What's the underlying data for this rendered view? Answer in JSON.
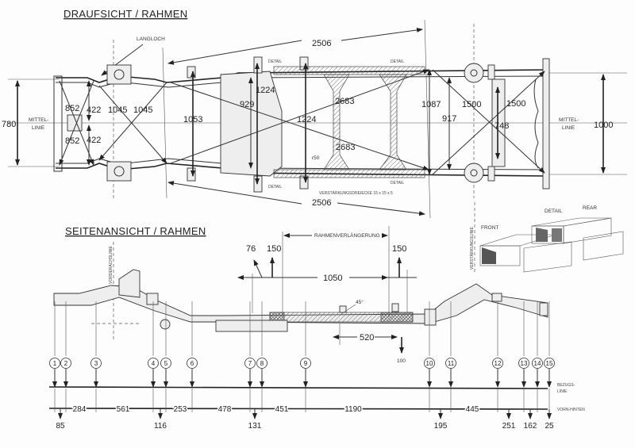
{
  "top_view": {
    "title": "DRAUFSICHT / RAHMEN",
    "langloch": "LANGLOCH",
    "centerline_left": [
      "MITTEL-",
      "LINIE"
    ],
    "centerline_right": [
      "MITTEL-",
      "LINIE"
    ],
    "detail_labels": [
      "DETAIL",
      "DETAIL",
      "DETAIL",
      "DETAIL"
    ],
    "reinforcement_note": "VERSTÄRKUNGSDREIECKE  15 x 15 x 5",
    "radius_note": "r50",
    "dimensions": {
      "width_front": "780",
      "width_rear": "1000",
      "diag_front_1": "852",
      "diag_front_2": "852",
      "half_1": "422",
      "half_2": "422",
      "diag_1045_a": "1045",
      "diag_1045_b": "1045",
      "width_1053": "1053",
      "width_929": "929",
      "width_1224_a": "1224",
      "width_1224_b": "1224",
      "diag_2683_a": "2683",
      "diag_2683_b": "2683",
      "length_2506_top": "2506",
      "length_2506_bottom": "2506",
      "width_1087": "1087",
      "width_917": "917",
      "diag_1500_a": "1500",
      "diag_1500_b": "1500",
      "width_748": "748"
    }
  },
  "side_view": {
    "title": "SEITENANSICHT / RAHMEN",
    "front_axle_line": "VORDERACHSLINIE",
    "extension_label": "RAHMENVERLÄNGERUNG",
    "dim_76": "76",
    "dim_150_a": "150",
    "dim_150_b": "150",
    "dim_1050": "1050",
    "angle": "45°",
    "dim_520": "520",
    "dim_100": "100"
  },
  "detail_inset": {
    "front": "FRONT",
    "detail": "DETAIL",
    "rear": "REAR",
    "reinforcement_line": "VERSTÄRKUNGSLINIE"
  },
  "reference": {
    "points": [
      "1",
      "2",
      "3",
      "4",
      "5",
      "6",
      "7",
      "8",
      "9",
      "10",
      "11",
      "12",
      "13",
      "14",
      "15"
    ],
    "bezugslinie": [
      "BEZUGS-",
      "LINIE"
    ],
    "vorn_hinten": "VORN-HINTEN",
    "spacings": [
      "284",
      "561",
      "253",
      "478",
      "451",
      "1190",
      "445"
    ],
    "heights": [
      "85",
      "116",
      "131",
      "195",
      "251",
      "162",
      "25"
    ]
  }
}
